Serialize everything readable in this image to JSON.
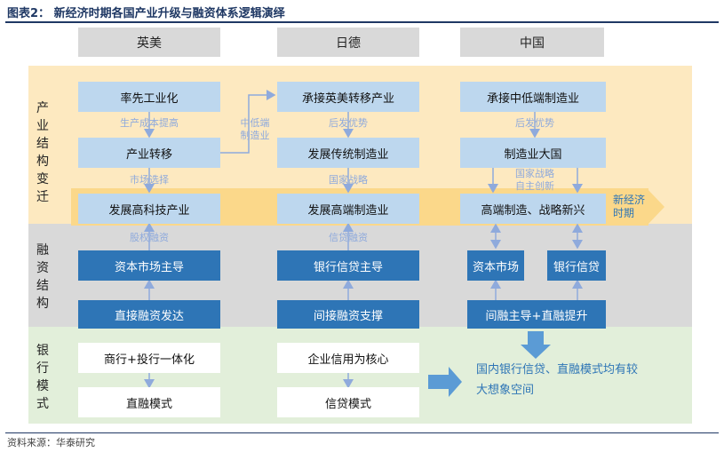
{
  "figure": {
    "title": "图表2：  新经济时期各国产业升级与融资体系逻辑演绎",
    "source": "资料来源：华泰研究"
  },
  "columns": [
    "英美",
    "日德",
    "中国"
  ],
  "rows": {
    "industry": "产业结构变迁",
    "finance": "融资结构",
    "banking": "银行模式"
  },
  "strip_label": "新经济时期",
  "boxes": {
    "uk_us": {
      "b1": "率先工业化",
      "b2": "产业转移",
      "b3": "发展高科技产业",
      "b4": "资本市场主导",
      "b5": "直接融资发达",
      "b6": "商行+投行一体化",
      "b7": "直融模式"
    },
    "jp_de": {
      "b1": "承接英美转移产业",
      "b2": "发展传统制造业",
      "b3": "发展高端制造业",
      "b4": "银行信贷主导",
      "b5": "间接融资支撑",
      "b6": "企业信用为核心",
      "b7": "信贷模式"
    },
    "cn": {
      "b1": "承接中低端制造业",
      "b2": "制造业大国",
      "b3": "高端制造、战略新兴",
      "b4a": "资本市场",
      "b4b": "银行信贷",
      "b5": "间融主导+直融提升"
    }
  },
  "edge_labels": {
    "uk_cost": "生产成本提高",
    "uk_market": "市场选择",
    "uk_equity": "股权融资",
    "transfer_label": "中低端制造业",
    "jd_late": "后发优势",
    "jd_strategy": "国家战略",
    "jd_credit": "信贷融资",
    "cn_late": "后发优势",
    "cn_strategy1": "国家战略",
    "cn_strategy2": "自主创新"
  },
  "conclusion": "国内银行信贷、直融模式均有较大想象空间",
  "colors": {
    "light_box": "#bdd7ee",
    "dark_box": "#2e75b6",
    "industry_band": "#fde9c0",
    "finance_band": "#d9d9d9",
    "banking_band": "#e2efda",
    "title": "#1f3864",
    "arrow": "#8faadc",
    "conclusion_text": "#2e75b6"
  }
}
